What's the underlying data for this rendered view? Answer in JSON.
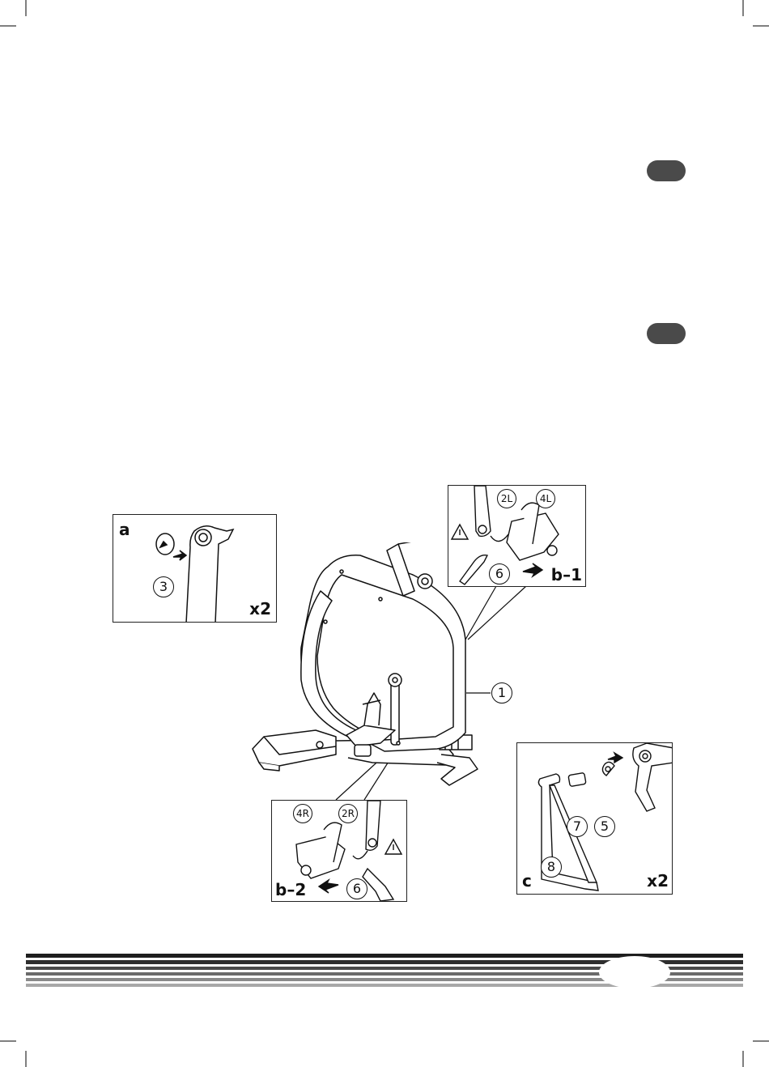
{
  "language_tabs": [
    {
      "color": "#4a4a4a"
    },
    {
      "color": "#4a4a4a"
    }
  ],
  "main": {
    "part_label": "1"
  },
  "panels": {
    "a": {
      "label": "a",
      "quantity": "x2",
      "callouts": [
        "3"
      ]
    },
    "b1": {
      "label": "b–1",
      "callouts": [
        "2L",
        "4L",
        "6"
      ],
      "warning_icon": "warning-triangle-icon"
    },
    "b2": {
      "label": "b–2",
      "callouts": [
        "4R",
        "2R",
        "6"
      ],
      "warning_icon": "warning-triangle-icon"
    },
    "c": {
      "label": "c",
      "quantity": "x2",
      "callouts": [
        "7",
        "5",
        "8"
      ]
    }
  },
  "footer": {
    "stripe_color": "#3c3c3c",
    "page_number": ""
  }
}
